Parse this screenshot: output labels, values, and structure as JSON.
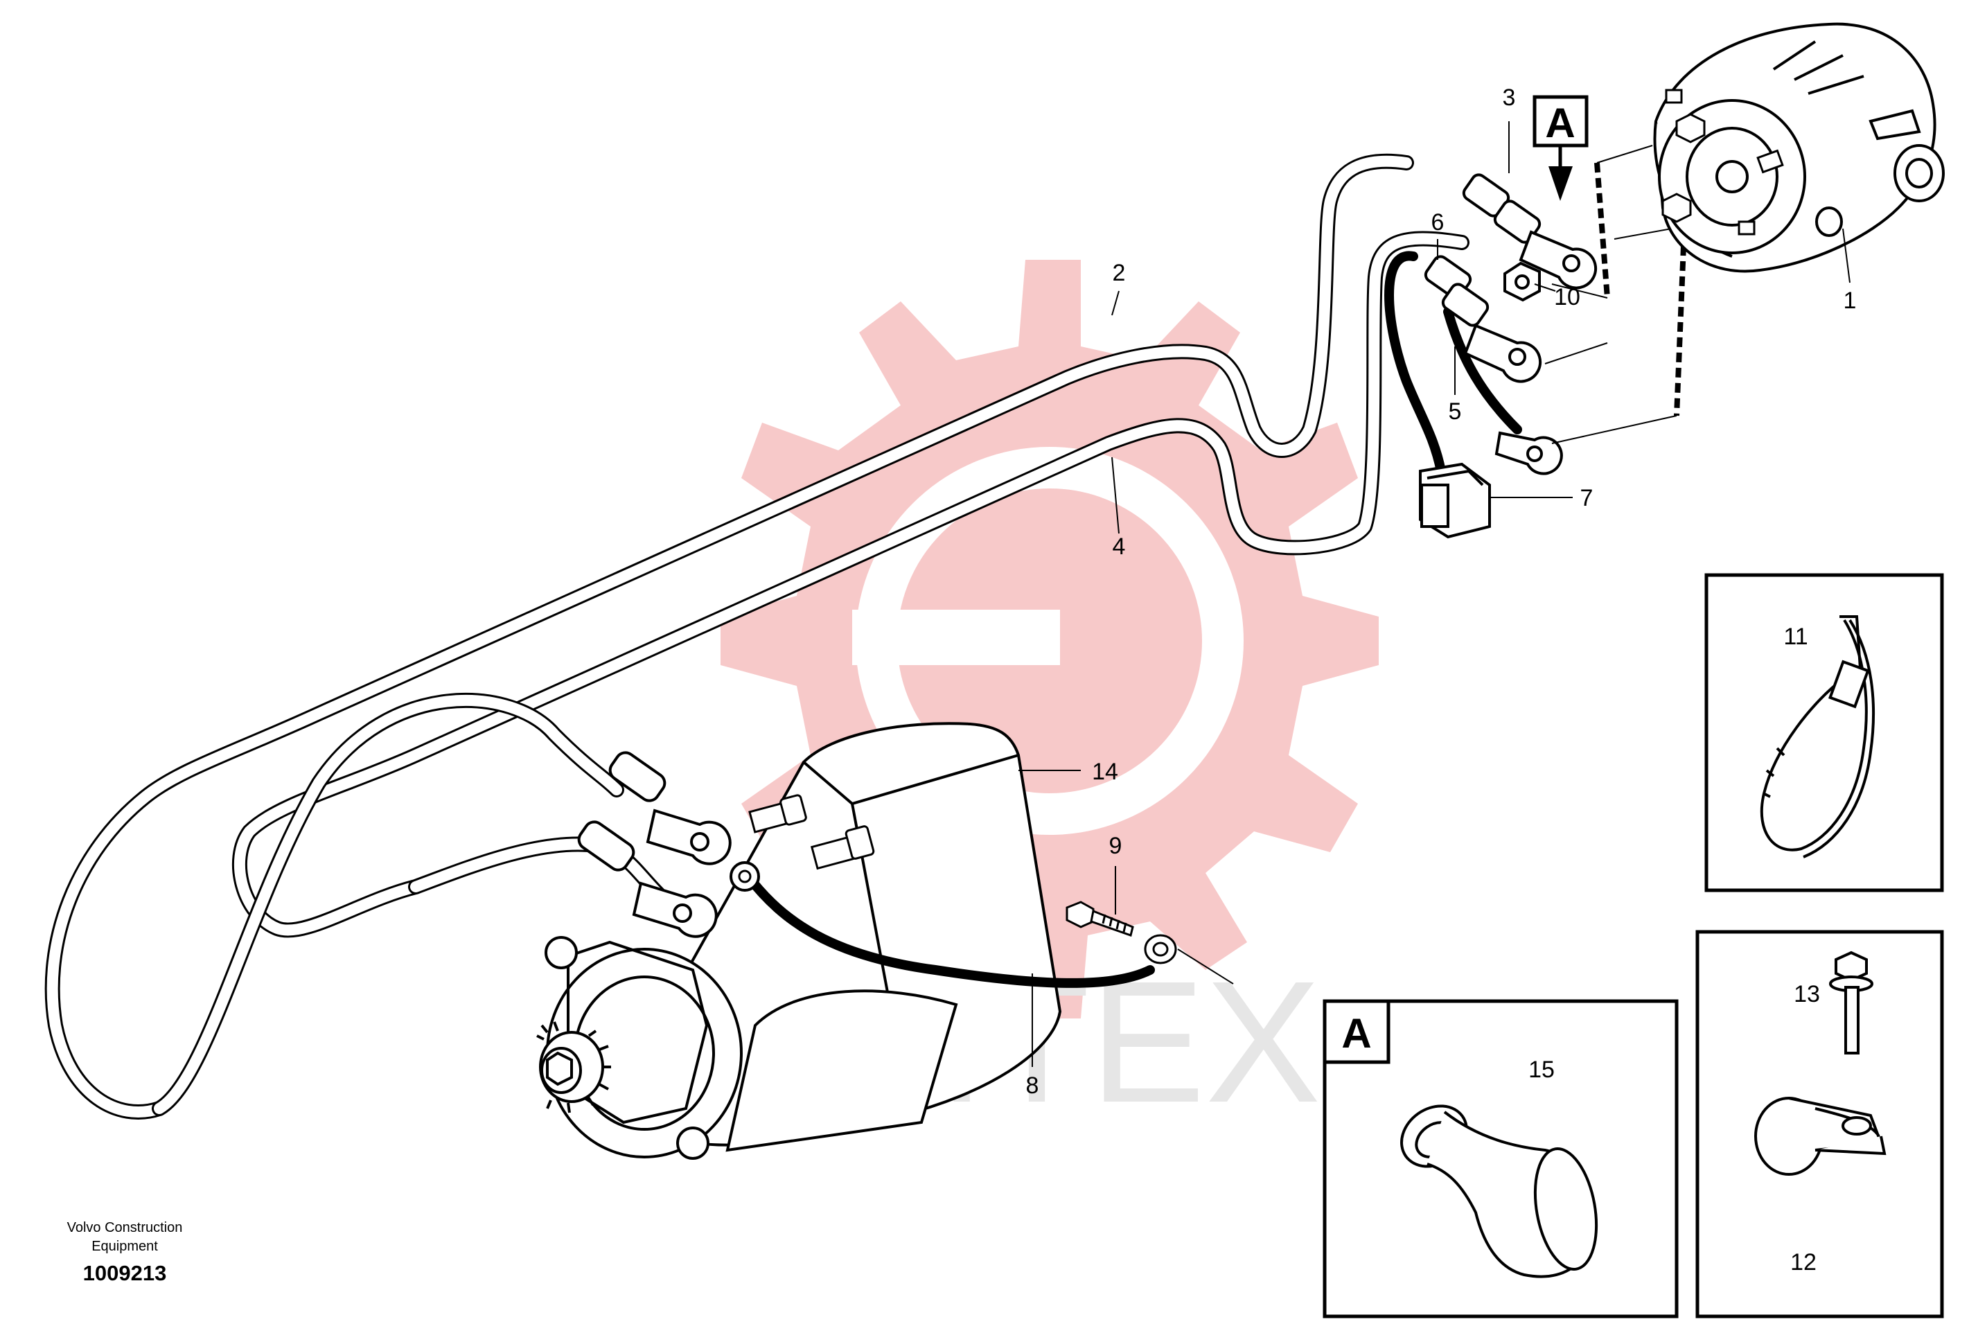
{
  "watermark": {
    "text": "ИНТЕХ",
    "gear_color": "#f7c9c9",
    "text_color": "#e6e6e6"
  },
  "callouts": [
    {
      "id": "1",
      "label": "1"
    },
    {
      "id": "2",
      "label": "2"
    },
    {
      "id": "3",
      "label": "3"
    },
    {
      "id": "4",
      "label": "4"
    },
    {
      "id": "5",
      "label": "5"
    },
    {
      "id": "6",
      "label": "6"
    },
    {
      "id": "7",
      "label": "7"
    },
    {
      "id": "8",
      "label": "8"
    },
    {
      "id": "9",
      "label": "9"
    },
    {
      "id": "10",
      "label": "10"
    },
    {
      "id": "11",
      "label": "11"
    },
    {
      "id": "12",
      "label": "12"
    },
    {
      "id": "13",
      "label": "13"
    },
    {
      "id": "14",
      "label": "14"
    },
    {
      "id": "15",
      "label": "15"
    }
  ],
  "detail_marker": "A",
  "detail_box_label": "A",
  "footer": {
    "brand_line1": "Volvo Construction",
    "brand_line2": "Equipment",
    "drawing_number": "1009213"
  }
}
